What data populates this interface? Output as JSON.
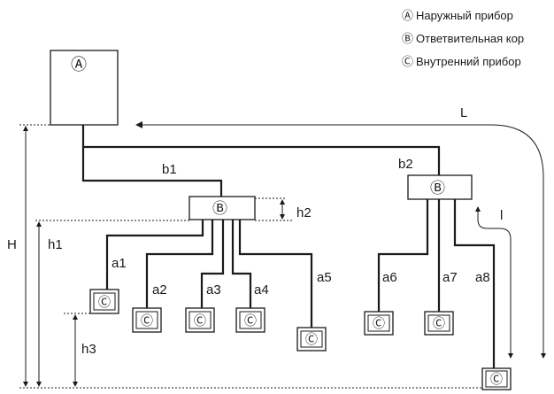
{
  "legend": [
    {
      "symbol": "Ⓐ",
      "text": "Наружный прибор"
    },
    {
      "symbol": "Ⓑ",
      "text": "Ответвительная кор"
    },
    {
      "symbol": "Ⓒ",
      "text": "Внутренний прибор"
    }
  ],
  "units": {
    "outdoor": "Ⓐ",
    "branch": "Ⓑ",
    "indoor": "Ⓒ"
  },
  "pipe_labels": {
    "b1": "b1",
    "b2": "b2",
    "a1": "a1",
    "a2": "a2",
    "a3": "a3",
    "a4": "a4",
    "a5": "a5",
    "a6": "a6",
    "a7": "a7",
    "a8": "a8"
  },
  "dimension_labels": {
    "L": "L",
    "l": "l",
    "H": "H",
    "h1": "h1",
    "h2": "h2",
    "h3": "h3"
  }
}
